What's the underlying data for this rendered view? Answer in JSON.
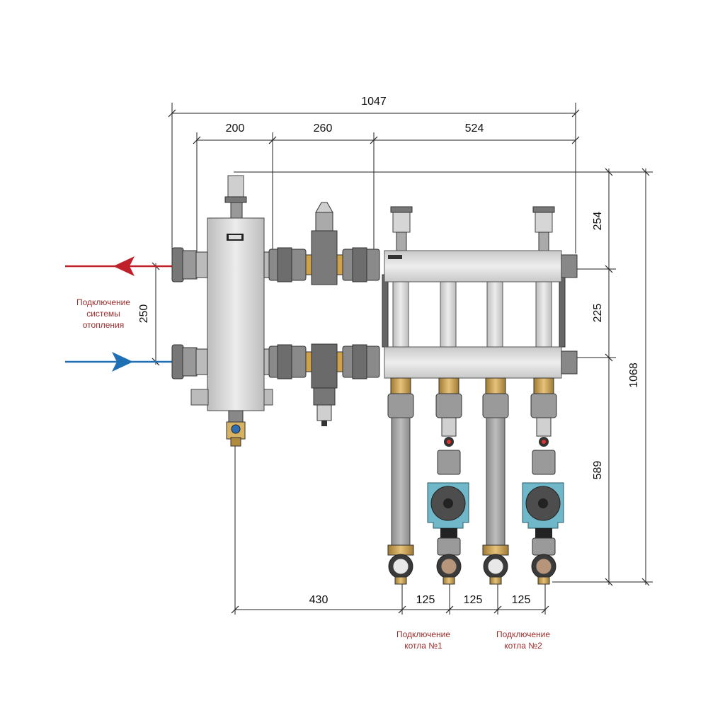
{
  "dimensions": {
    "total_width": "1047",
    "seg_1": "200",
    "seg_2": "260",
    "seg_3": "524",
    "height_top": "254",
    "height_mid": "225",
    "height_bottom": "589",
    "total_height": "1068",
    "inlet_spacing": "250",
    "bottom_offset": "430",
    "pitch_1": "125",
    "pitch_2": "125",
    "pitch_3": "125"
  },
  "labels": {
    "heating_system": [
      "Подключение",
      "системы",
      "отопления"
    ],
    "boiler_1": [
      "Подключение",
      "котла №1"
    ],
    "boiler_2": [
      "Подключение",
      "котла №2"
    ]
  },
  "colors": {
    "supply_arrow": "#c0202a",
    "return_arrow": "#1f6fb5",
    "note_text": "#9a2d2d",
    "pump_body": "#6fb7c9",
    "steel": "#d9d9d9"
  }
}
